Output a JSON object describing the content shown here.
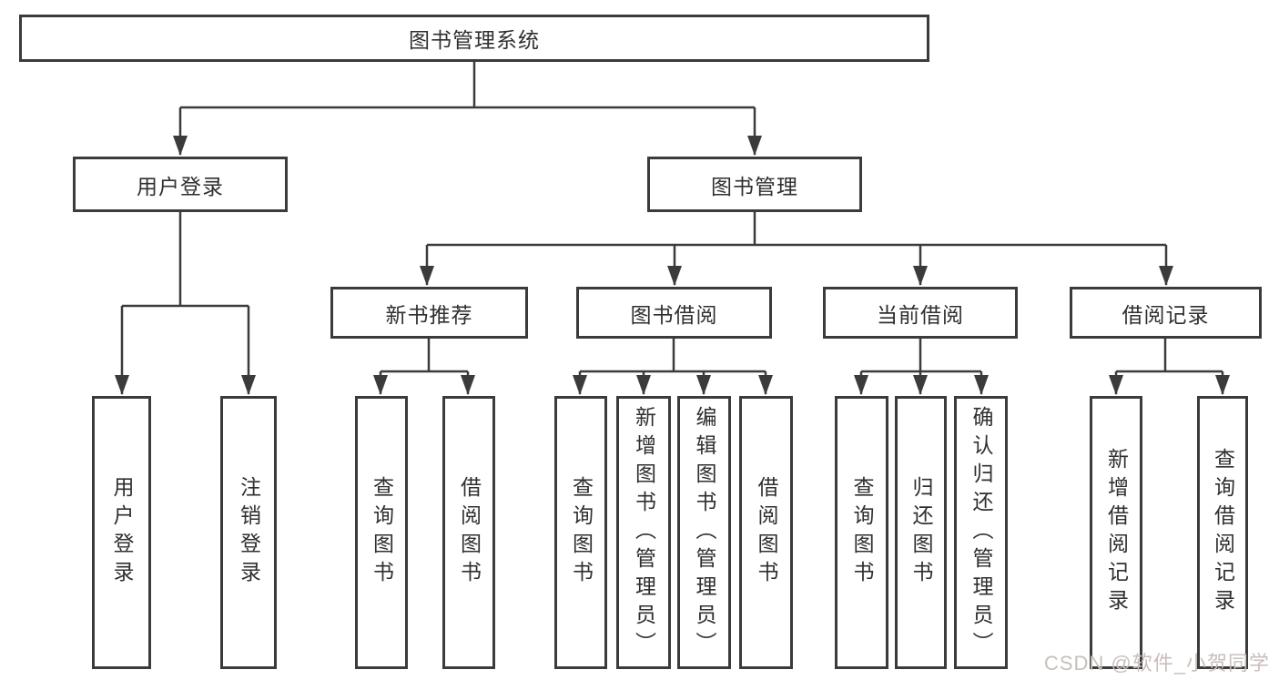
{
  "diagram": {
    "title": "图书管理系统",
    "nodes": {
      "root": "图书管理系统",
      "level2": [
        "用户登录",
        "图书管理"
      ],
      "level3": [
        "新书推荐",
        "图书借阅",
        "当前借阅",
        "借阅记录"
      ],
      "leaves": [
        "用户登录",
        "注销登录",
        "查询图书",
        "借阅图书",
        "查询图书",
        "新增图书（管理员）",
        "编辑图书（管理员）",
        "借阅图书",
        "查询图书",
        "归还图书",
        "确认归还（管理员）",
        "新增借阅记录",
        "查询借阅记录"
      ]
    },
    "colors": {
      "line": "#3b3b3b",
      "text": "#2f2f2f",
      "background": "#ffffff",
      "watermark": "#c9bebc"
    }
  },
  "watermark": "CSDN @软件_小贺同学"
}
